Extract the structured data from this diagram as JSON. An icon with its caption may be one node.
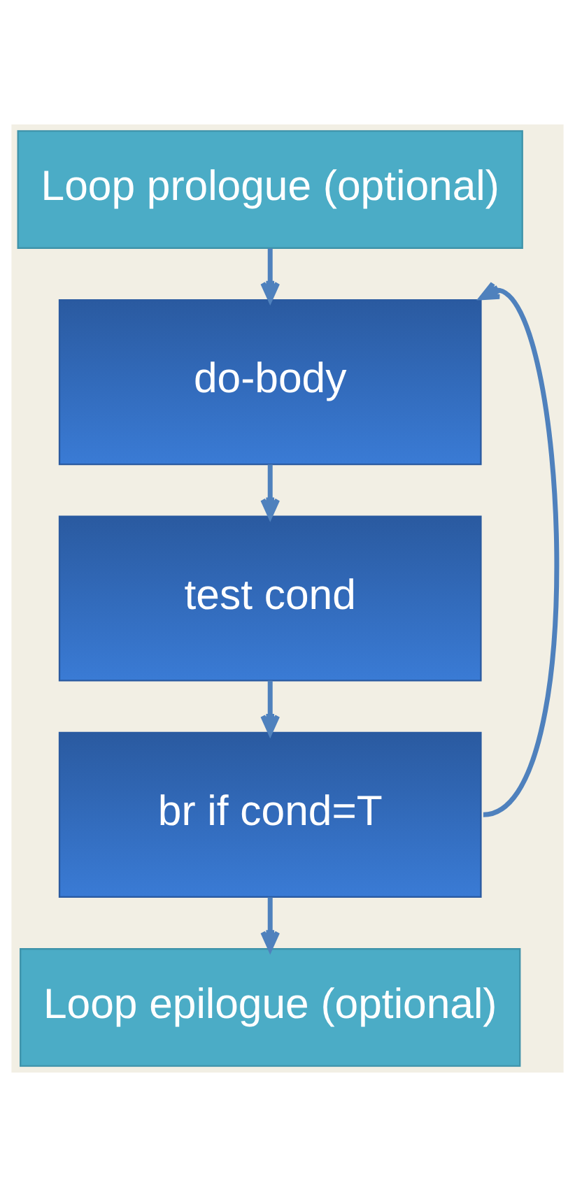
{
  "diagram": {
    "nodes": [
      {
        "text": [
          "Loop prologue (optional)"
        ]
      },
      {
        "text": [
          "do-body"
        ]
      },
      {
        "text": [
          "test cond"
        ]
      },
      {
        "text": [
          "br if cond=T"
        ]
      },
      {
        "text": [
          "Loop epilogue (optional)"
        ]
      }
    ],
    "edges": [
      {
        "from": 0,
        "to": 1,
        "arrow": "to"
      },
      {
        "from": 1,
        "to": 2,
        "arrow": "to"
      },
      {
        "from": 2,
        "to": 3,
        "arrow": "to"
      },
      {
        "from": 3,
        "to": 4,
        "arrow": "to"
      },
      {
        "from": 3,
        "to": 1,
        "arrow": "to"
      }
    ]
  }
}
